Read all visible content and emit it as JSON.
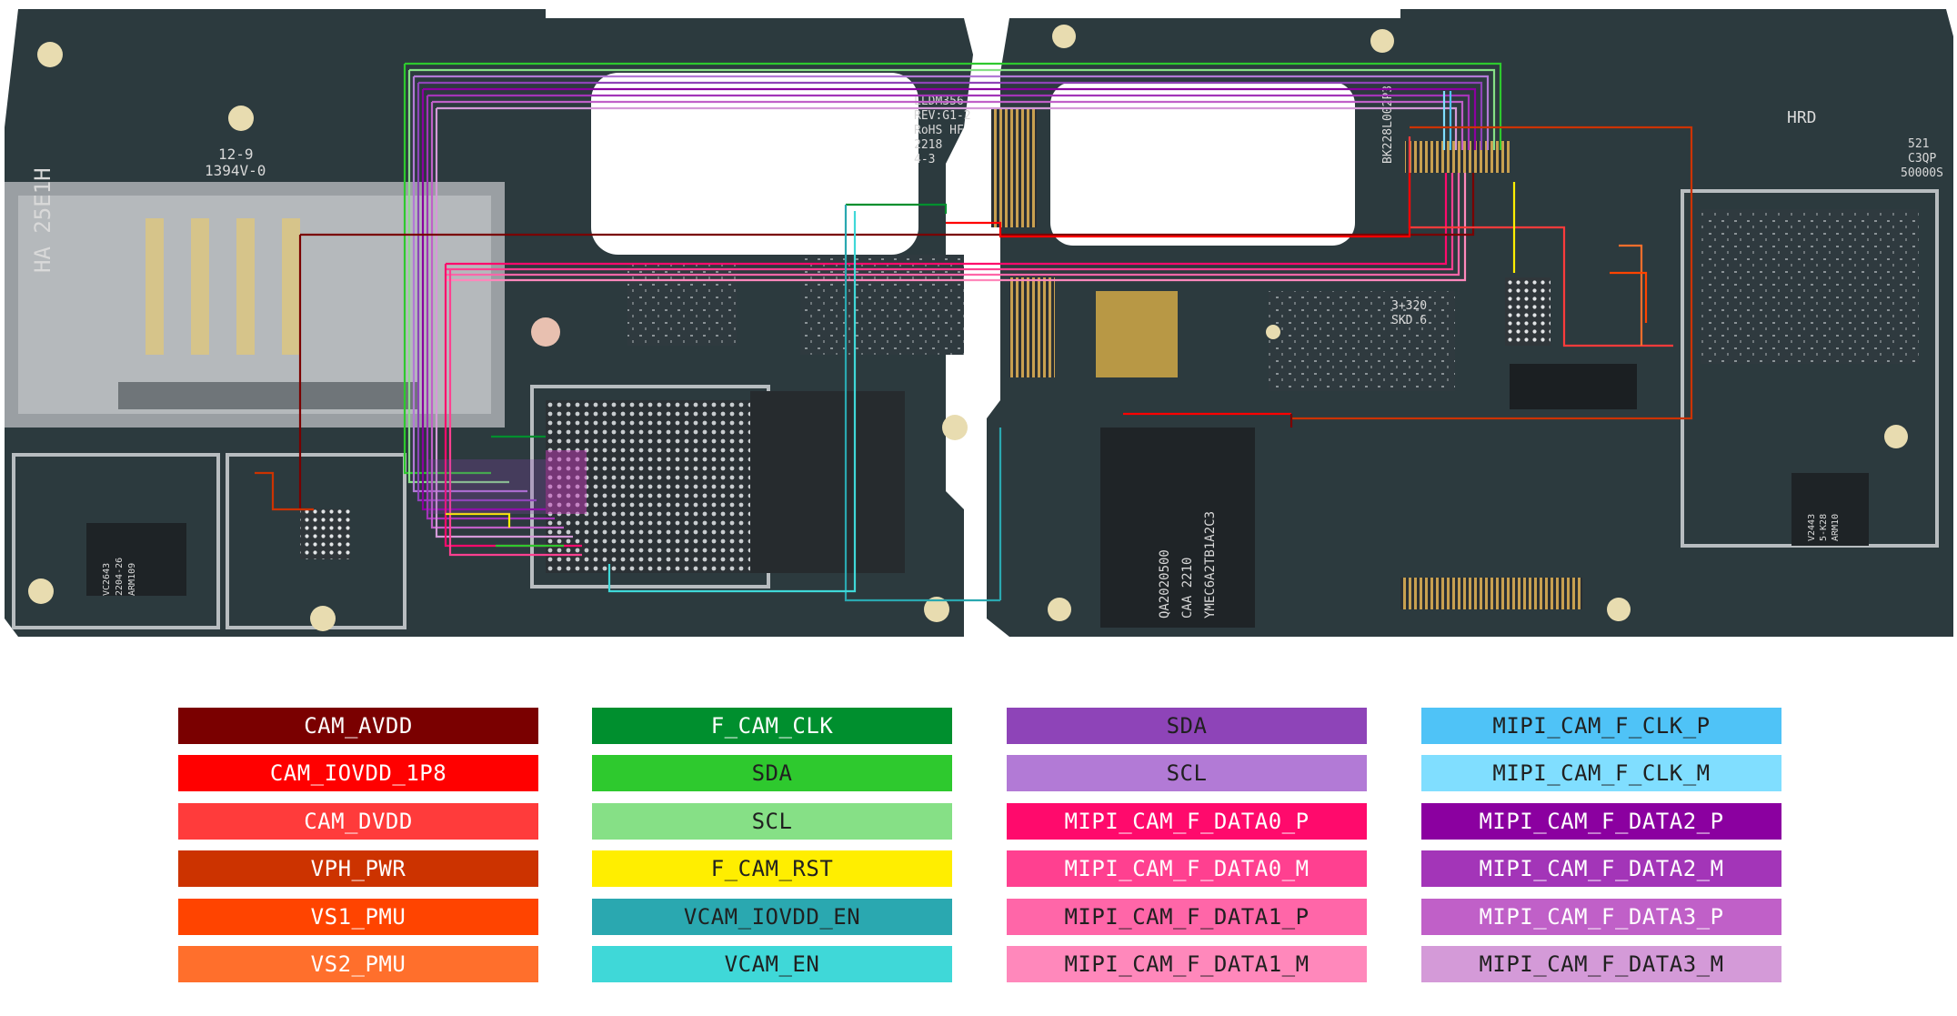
{
  "board": {
    "left_silkscreen": [
      "12-9",
      "1394V-0"
    ],
    "left_card_text": "HA 25E1H",
    "mid_label": [
      "LLDM356",
      "REV:G1-2",
      "RoHS HF",
      "2218",
      "4-3"
    ],
    "left_chip_text": [
      "VC2643",
      "2204-26",
      "ARM109"
    ],
    "right_rotated_label": "BK228L002P3",
    "right_small_label": [
      "3+320",
      "SKD 6"
    ],
    "right_corner_label": [
      "521",
      "C3QP",
      "50000S"
    ],
    "ic_text": [
      "QA2020500",
      "CAA 2210",
      "YMEC6A2TB1A2C3"
    ],
    "hrd_label": "HRD",
    "right_chip_text": [
      "V2443",
      "5-K28",
      "ARM10"
    ]
  },
  "legend": {
    "columns": [
      [
        {
          "label": "CAM_AVDD",
          "color": "#7a0000",
          "text": "light"
        },
        {
          "label": "CAM_IOVDD_1P8",
          "color": "#ff0000",
          "text": "light"
        },
        {
          "label": "CAM_DVDD",
          "color": "#ff3b3b",
          "text": "light"
        },
        {
          "label": "VPH_PWR",
          "color": "#cc3300",
          "text": "light"
        },
        {
          "label": "VS1_PMU",
          "color": "#ff4400",
          "text": "light"
        },
        {
          "label": "VS2_PMU",
          "color": "#ff6f2c",
          "text": "light"
        }
      ],
      [
        {
          "label": "F_CAM_CLK",
          "color": "#008f2e",
          "text": "light"
        },
        {
          "label": "SDA",
          "color": "#2ec92e",
          "text": "dark"
        },
        {
          "label": "SCL",
          "color": "#86e086",
          "text": "dark"
        },
        {
          "label": "F_CAM_RST",
          "color": "#ffee00",
          "text": "dark"
        },
        {
          "label": "VCAM_IOVDD_EN",
          "color": "#2aa8b0",
          "text": "dark"
        },
        {
          "label": "VCAM_EN",
          "color": "#3fd8d8",
          "text": "dark"
        }
      ],
      [
        {
          "label": "SDA",
          "color": "#8e44b8",
          "text": "dark"
        },
        {
          "label": "SCL",
          "color": "#b27ad6",
          "text": "dark"
        },
        {
          "label": "MIPI_CAM_F_DATA0_P",
          "color": "#ff0a6c",
          "text": "light"
        },
        {
          "label": "MIPI_CAM_F_DATA0_M",
          "color": "#ff4090",
          "text": "light"
        },
        {
          "label": "MIPI_CAM_F_DATA1_P",
          "color": "#ff66a8",
          "text": "dark"
        },
        {
          "label": "MIPI_CAM_F_DATA1_M",
          "color": "#ff88bb",
          "text": "dark"
        }
      ],
      [
        {
          "label": "MIPI_CAM_F_CLK_P",
          "color": "#4fc3f7",
          "text": "dark"
        },
        {
          "label": "MIPI_CAM_F_CLK_M",
          "color": "#80deff",
          "text": "dark"
        },
        {
          "label": "MIPI_CAM_F_DATA2_P",
          "color": "#8b00a0",
          "text": "light"
        },
        {
          "label": "MIPI_CAM_F_DATA2_M",
          "color": "#a335b8",
          "text": "light"
        },
        {
          "label": "MIPI_CAM_F_DATA3_P",
          "color": "#c060c8",
          "text": "light"
        },
        {
          "label": "MIPI_CAM_F_DATA3_M",
          "color": "#d49ad8",
          "text": "dark"
        }
      ]
    ]
  }
}
